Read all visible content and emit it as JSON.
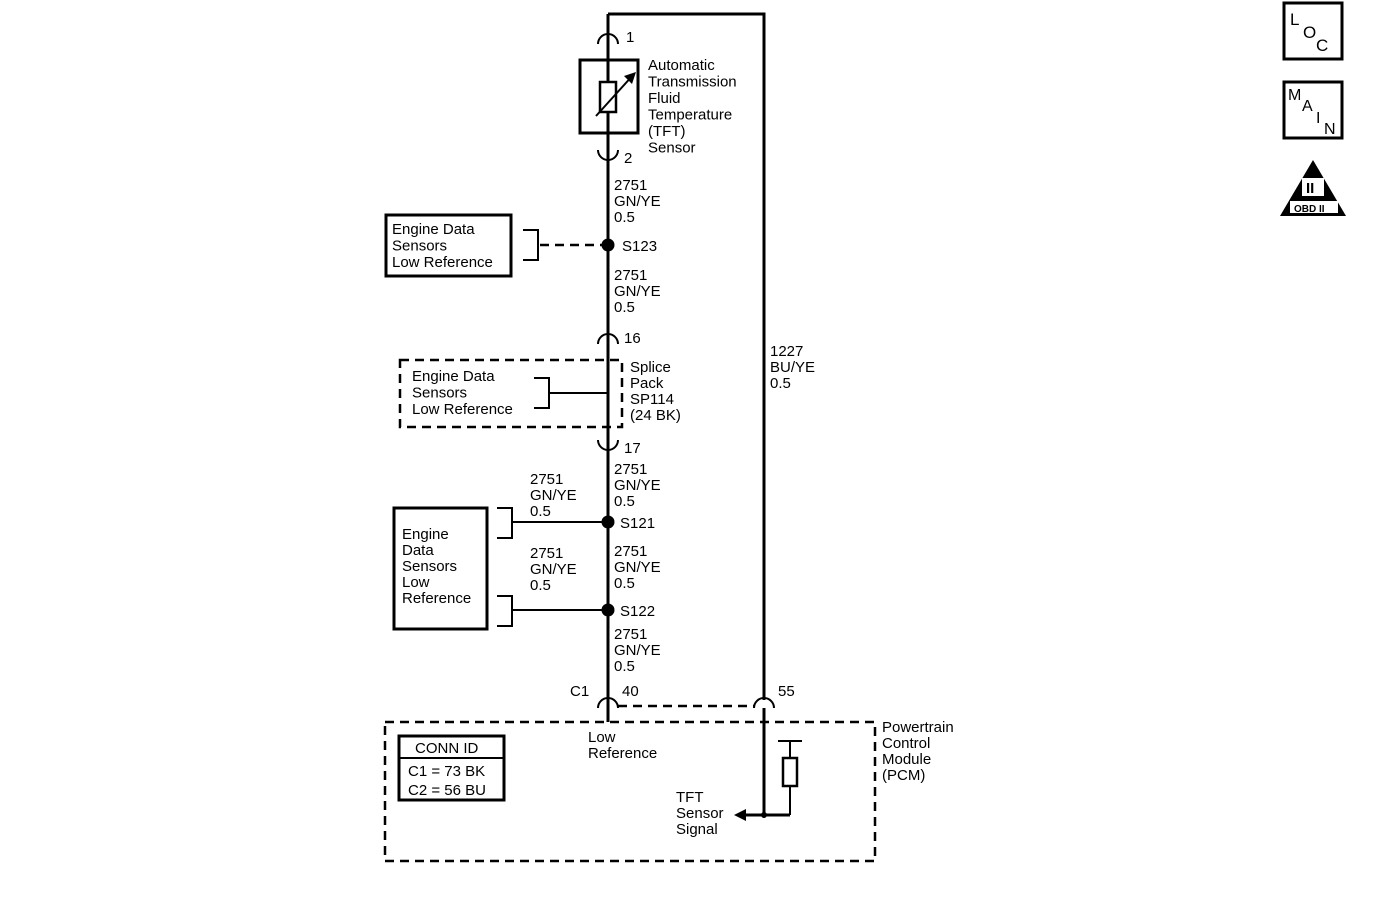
{
  "sensor": {
    "pin_top": "1",
    "pin_bottom": "2",
    "label_lines": [
      "Automatic",
      "Transmission",
      "Fluid",
      "Temperature",
      "(TFT)",
      "Sensor"
    ]
  },
  "wire_segments": [
    {
      "lines": [
        "2751",
        "GN/YE",
        "0.5"
      ]
    },
    {
      "lines": [
        "2751",
        "GN/YE",
        "0.5"
      ]
    },
    {
      "lines": [
        "2751",
        "GN/YE",
        "0.5"
      ]
    },
    {
      "lines": [
        "2751",
        "GN/YE",
        "0.5"
      ]
    },
    {
      "lines": [
        "2751",
        "GN/YE",
        "0.5"
      ]
    },
    {
      "lines": [
        "2751",
        "GN/YE",
        "0.5"
      ]
    },
    {
      "lines": [
        "2751",
        "GN/YE",
        "0.5"
      ]
    }
  ],
  "signal_wire": {
    "lines": [
      "1227",
      "BU/YE",
      "0.5"
    ]
  },
  "splices": {
    "s123": "S123",
    "s121": "S121",
    "s122": "S122"
  },
  "engine_boxes": [
    {
      "lines": [
        "Engine Data",
        "Sensors",
        "Low Reference"
      ]
    },
    {
      "lines": [
        "Engine Data",
        "Sensors",
        "Low Reference"
      ]
    },
    {
      "lines": [
        "Engine",
        "Data",
        "Sensors",
        "Low",
        "Reference"
      ]
    }
  ],
  "splice_pack": {
    "pin_top": "16",
    "pin_bottom": "17",
    "label_lines": [
      "Splice",
      "Pack",
      "SP114",
      "(24 BK)"
    ]
  },
  "pcm_connector": {
    "connector": "C1",
    "pin_low_ref": "40",
    "pin_signal": "55",
    "low_ref_lines": [
      "Low",
      "Reference"
    ],
    "signal_lines": [
      "TFT",
      "Sensor",
      "Signal"
    ],
    "module_lines": [
      "Powertrain",
      "Control",
      "Module",
      "(PCM)"
    ]
  },
  "conn_id": {
    "title": "CONN ID",
    "rows": [
      "C1 = 73 BK",
      "C2 = 56 BU"
    ]
  },
  "icons": {
    "loc": "location-icon",
    "main": "main-icon",
    "obd": "obd-ii-icon",
    "loc_letters": [
      "L",
      "O",
      "C"
    ],
    "main_letters": [
      "M",
      "A",
      "I",
      "N"
    ],
    "obd_numeral": "II",
    "obd_label": "OBD II"
  }
}
